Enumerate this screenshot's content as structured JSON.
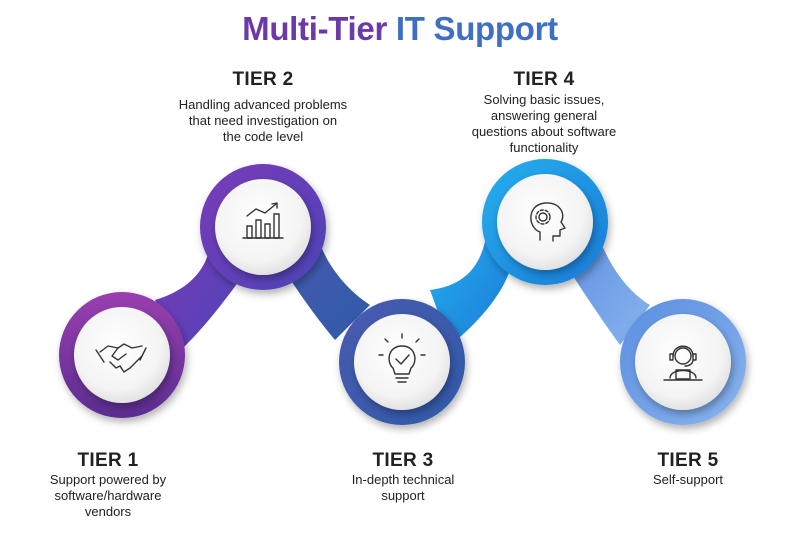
{
  "title": {
    "part1": "Multi-Tier",
    "part2": "IT Support"
  },
  "colors": {
    "title_purple": "#6b3aa8",
    "title_blue": "#3f6fc2",
    "tier1": "#7b3aa8",
    "tier2": "#6a42b6",
    "tier3": "#3f5ea8",
    "tier4": "#1f9ae6",
    "tier5": "#6ba2e6"
  },
  "tiers": [
    {
      "label": "TIER 1",
      "description": [
        "Support powered by",
        "software/hardware",
        "vendors"
      ],
      "icon": "handshake-icon"
    },
    {
      "label": "TIER 2",
      "description": [
        "Handling advanced problems",
        "that need investigation on",
        "the code level"
      ],
      "icon": "bar-chart-trend-icon"
    },
    {
      "label": "TIER 3",
      "description": [
        "In-depth technical",
        "support"
      ],
      "icon": "lightbulb-check-icon"
    },
    {
      "label": "TIER 4",
      "description": [
        "Solving basic issues,",
        "answering general",
        "questions about software",
        "functionality"
      ],
      "icon": "head-gear-icon"
    },
    {
      "label": "TIER 5",
      "description": [
        "Self-support"
      ],
      "icon": "headset-agent-icon"
    }
  ]
}
